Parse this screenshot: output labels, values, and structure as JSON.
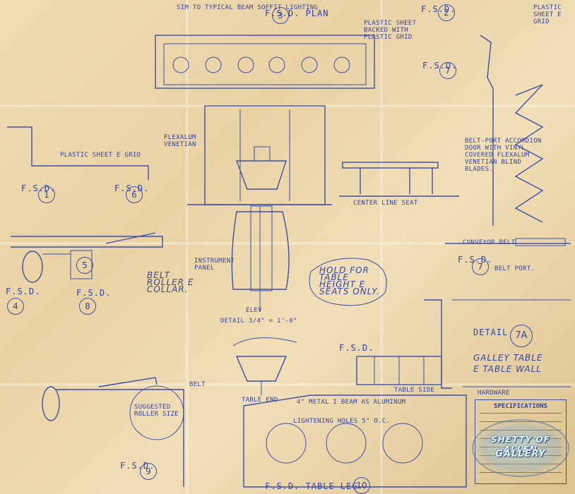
{
  "sheet": {
    "plan_title": "F.S.D. PLAN",
    "top_note": "SIM TO TYPICAL BEAM SOFFIT LIGHTING",
    "note_plastic_sheet_grid": "PLASTIC SHEET E GRID",
    "note_plastic_sheet_backed": "PLASTIC SHEET BACKED WITH PLASTIC GRID",
    "note_plastic_sheet_grid_right": "PLASTIC SHEET E GRID",
    "note_flexalum": "FLEXALUM VENETIAN",
    "note_belt_accordion": "BELT-PORT ACCORDION DOOR WITH VINYL COVERED FLEXALUM VENETIAN BLIND BLADES.",
    "note_conveyor_belt": "CONVEYOR BELT",
    "note_belt_port": "BELT PORT.",
    "note_belt_roller": "BELT ROLLER E COLLAR.",
    "note_hold_table": "HOLD FOR TABLE HEIGHT E SEATS ONLY.",
    "note_center_line_seat": "CENTER LINE SEAT",
    "note_instrument_panel": "INSTRUMENT PANEL",
    "note_suggested_roller": "SUGGESTED ROLLER SIZE",
    "note_metal_beam": "4\" METAL I BEAM AS ALUMINUM",
    "note_lightening_holes": "LIGHTENING HOLES 5\" O.C.",
    "label_fsd": "F.S.D.",
    "label_fsd_table_leg": "F.S.D. TABLE LEG",
    "label_belt": "BELT",
    "label_table_end": "TABLE END",
    "label_table_side": "TABLE SIDE",
    "label_scale": "DETAIL 3/4\" = 1'-0\"",
    "label_elev": "ELEV",
    "label_fsd_right": "F.S.D."
  },
  "tags": {
    "t1": "1",
    "t2": "2",
    "t3": "3",
    "t4": "4",
    "t5": "5",
    "t6": "6",
    "t7": "7",
    "t8": "8",
    "t9": "9",
    "t10": "10"
  },
  "detail": {
    "heading": "DETAIL",
    "number": "7A",
    "title_line1": "GALLEY TABLE",
    "title_line2": "E TABLE WALL"
  },
  "hardware": {
    "label": "HARDWARE"
  },
  "specifications": {
    "title": "SPECIFICATIONS"
  },
  "watermark": {
    "line1": "SHETTY OF ALLEN",
    "line2": "GALLERY"
  },
  "colors": {
    "paper": "#eed9ad",
    "ink": "#3c4fa6"
  }
}
